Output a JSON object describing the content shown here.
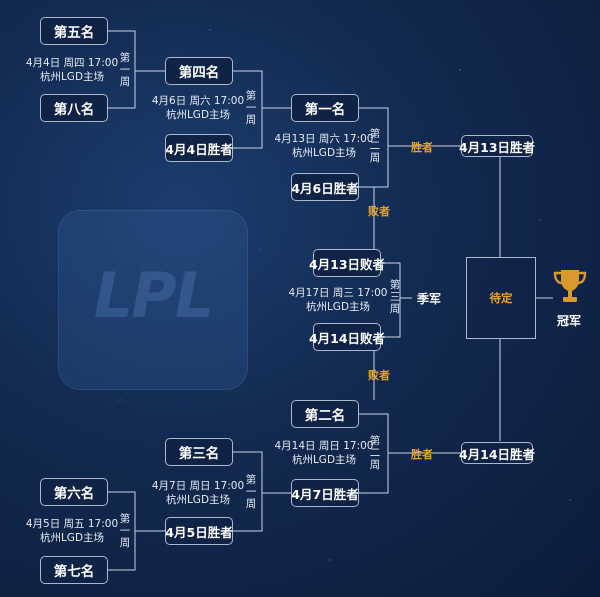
{
  "slots": {
    "fifth": "第五名",
    "eighth": "第八名",
    "fourth": "第四名",
    "first": "第一名",
    "w44": "4月4日胜者",
    "w46": "4月6日胜者",
    "l413": "4月13日败者",
    "l414": "4月14日败者",
    "second": "第二名",
    "third": "第三名",
    "w47": "4月7日胜者",
    "w45": "4月5日胜者",
    "sixth": "第六名",
    "seventh": "第七名",
    "w413": "4月13日胜者",
    "w414": "4月14日胜者"
  },
  "matches": {
    "m44": {
      "time": "4月4日 周四 17:00",
      "venue": "杭州LGD主场",
      "round": "第一周"
    },
    "m46": {
      "time": "4月6日 周六 17:00",
      "venue": "杭州LGD主场",
      "round": "第一周"
    },
    "m413": {
      "time": "4月13日 周六 17:00",
      "venue": "杭州LGD主场",
      "round": "第二周"
    },
    "m417": {
      "time": "4月17日 周三 17:00",
      "venue": "杭州LGD主场",
      "round": "第三周"
    },
    "m414": {
      "time": "4月14日 周日 17:00",
      "venue": "杭州LGD主场",
      "round": "第二周"
    },
    "m47": {
      "time": "4月7日 周日 17:00",
      "venue": "杭州LGD主场",
      "round": "第一周"
    },
    "m45": {
      "time": "4月5日 周五 17:00",
      "venue": "杭州LGD主场",
      "round": "第一周"
    }
  },
  "labels": {
    "winner_top": "胜者",
    "winner_bottom": "胜者",
    "loser_top": "败者",
    "loser_bottom": "败者",
    "third_place": "季军",
    "pending": "待定",
    "champion": "冠军"
  },
  "colors": {
    "accent_gold": "#e6a42a",
    "box_border": "#aab8d0",
    "line": "#c9d4e6"
  },
  "icons": {
    "background_logo": "LPL",
    "trophy": "trophy-icon"
  }
}
